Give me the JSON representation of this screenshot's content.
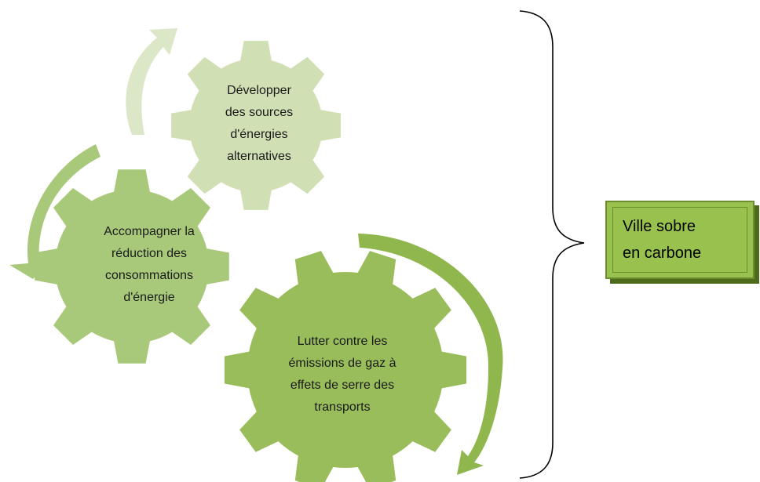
{
  "gears": [
    {
      "id": "gear-alternatives",
      "lines": [
        "Développer",
        "des sources",
        "d'énergies",
        "alternatives"
      ],
      "fill": "#d1dfb4"
    },
    {
      "id": "gear-consumption",
      "lines": [
        "Accompagner la",
        "réduction des",
        "consommations",
        "d'énergie"
      ],
      "fill": "#a9c97a"
    },
    {
      "id": "gear-transport",
      "lines": [
        "Lutter contre les",
        "émissions de gaz à",
        "effets de serre des",
        "transports"
      ],
      "fill": "#98bd5a"
    }
  ],
  "arrows": [
    {
      "id": "arrow-top",
      "fill": "#dbe7c6"
    },
    {
      "id": "arrow-left",
      "fill": "#a9c97a"
    },
    {
      "id": "arrow-right",
      "fill": "#8fb74e"
    }
  ],
  "result": {
    "lines": [
      "Ville sobre",
      "en carbone"
    ],
    "fill": "#98c24d"
  }
}
